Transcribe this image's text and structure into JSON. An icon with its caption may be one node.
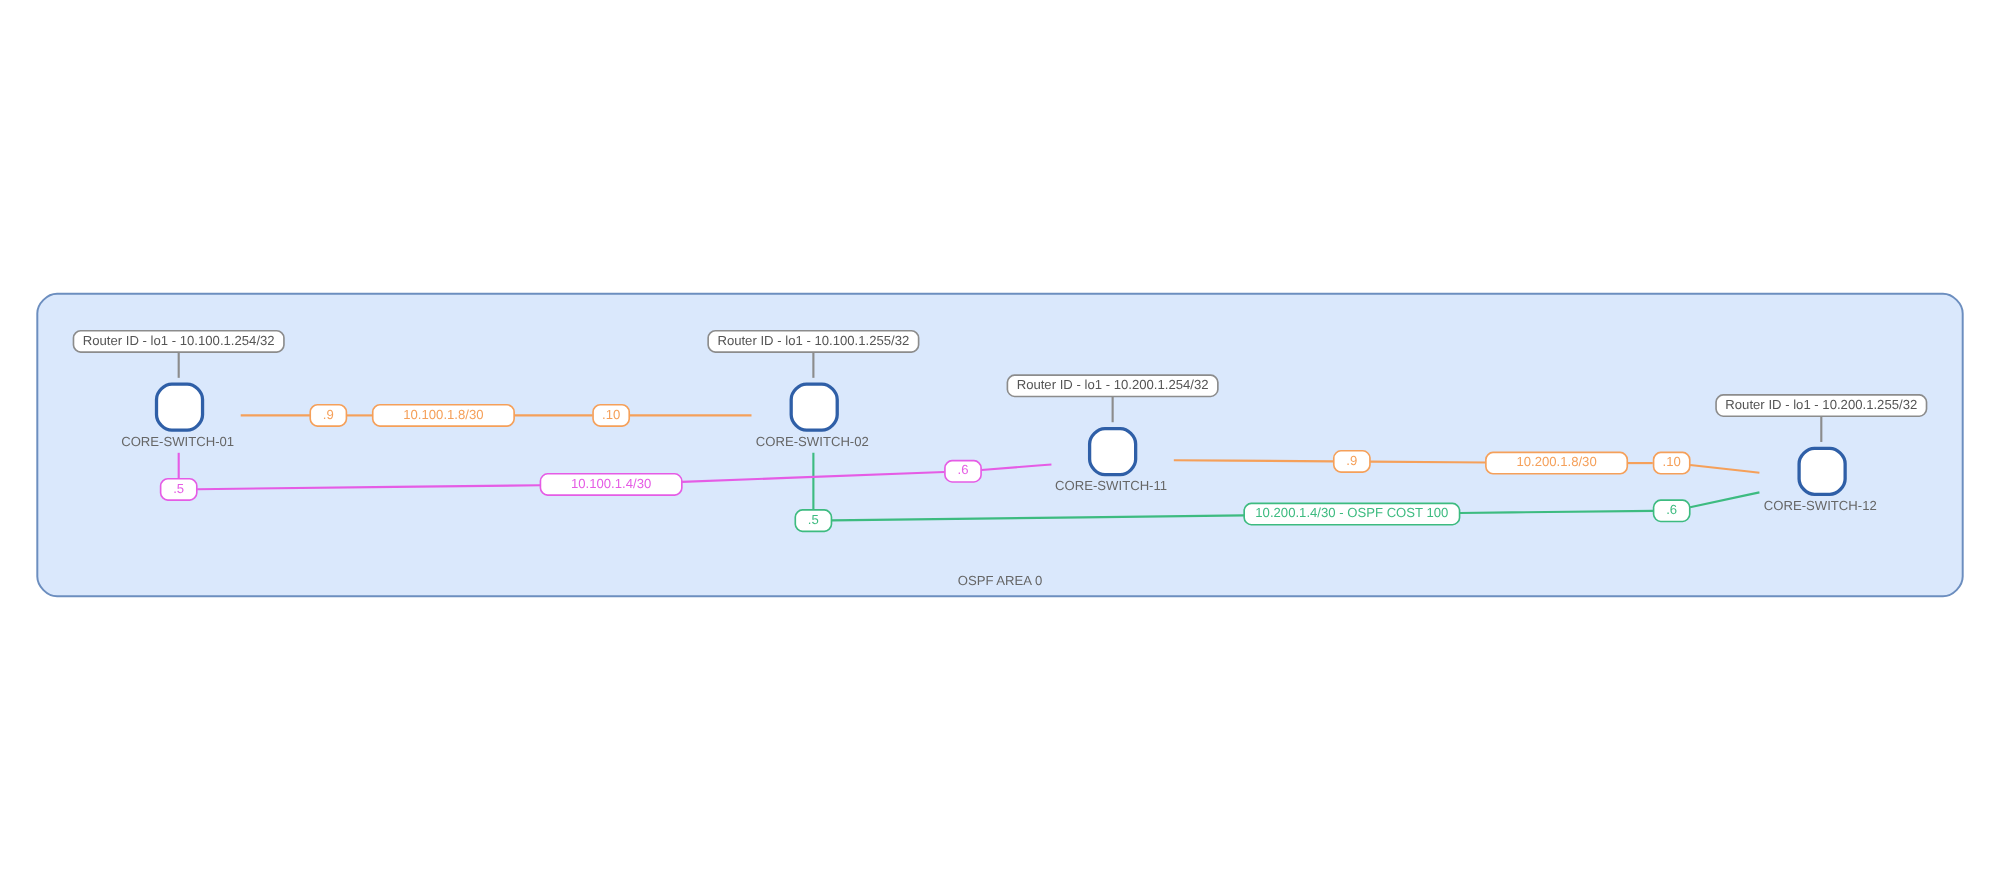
{
  "diagram": {
    "nodes": [
      {
        "text": [
          "OSPF AREA 0"
        ]
      },
      {
        "text": [
          "Router ID - lo1 - 10.100.1.254/32"
        ],
        "in": 0
      },
      {
        "text": [
          "Router ID - lo1 - 10.100.1.255/32"
        ],
        "in": 0
      },
      {
        "text": [
          "Router ID - lo1 - 10.200.1.254/32"
        ],
        "in": 0
      },
      {
        "text": [
          "Router ID - lo1 - 10.200.1.255/32"
        ],
        "in": 0
      },
      {
        "text": [
          "CORE-SWITCH-01"
        ],
        "in": 0
      },
      {
        "text": [
          ".9"
        ],
        "in": 0
      },
      {
        "text": [
          "10.100.1.8/30"
        ],
        "in": 0
      },
      {
        "text": [
          ".10"
        ],
        "in": 0
      },
      {
        "text": [
          "CORE-SWITCH-02"
        ],
        "in": 0
      },
      {
        "text": [
          "CORE-SWITCH-11"
        ],
        "in": 0
      },
      {
        "text": [
          ".9"
        ],
        "in": 0
      },
      {
        "text": [
          "10.200.1.8/30"
        ],
        "in": 0
      },
      {
        "text": [
          ".10"
        ],
        "in": 0
      },
      {
        "text": [
          "CORE-SWITCH-12"
        ],
        "in": 0
      },
      {
        "text": [
          ".5"
        ],
        "in": 0
      },
      {
        "text": [
          ".5"
        ],
        "in": 0
      },
      {
        "text": [
          ".6"
        ],
        "in": 0
      },
      {
        "text": [
          "10.200.1.4/30 - OSPF COST 100"
        ],
        "in": 0
      },
      {
        "text": [
          ".6"
        ],
        "in": 0
      },
      {
        "text": [
          "10.100.1.4/30"
        ],
        "in": 0
      }
    ],
    "edges": [
      {
        "from": 5,
        "to": 1,
        "arrow": "none",
        "color": "#8c8c8c"
      },
      {
        "from": 9,
        "to": 2,
        "arrow": "none",
        "color": "#8c8c8c"
      },
      {
        "from": 10,
        "to": 3,
        "arrow": "none",
        "color": "#8c8c8c"
      },
      {
        "from": 14,
        "to": 4,
        "arrow": "none",
        "color": "#8c8c8c"
      },
      {
        "from": 5,
        "to": 6,
        "arrow": "none"
      },
      {
        "from": 6,
        "to": 7,
        "arrow": "none"
      },
      {
        "from": 7,
        "to": 8,
        "arrow": "none"
      },
      {
        "from": 8,
        "to": 9,
        "arrow": "none"
      },
      {
        "from": 10,
        "to": 11,
        "arrow": "none"
      },
      {
        "from": 11,
        "to": 12,
        "arrow": "none"
      },
      {
        "from": 12,
        "to": 13,
        "arrow": "none"
      },
      {
        "from": 13,
        "to": 14,
        "arrow": "none"
      },
      {
        "from": 15,
        "to": 5,
        "arrow": "none",
        "color": "#e55ce5"
      },
      {
        "from": 15,
        "to": 20,
        "arrow": "none",
        "color": "#e55ce5"
      },
      {
        "from": 20,
        "to": 17,
        "arrow": "none",
        "color": "#e55ce5"
      },
      {
        "from": 17,
        "to": 10,
        "arrow": "none",
        "color": "#e55ce5"
      },
      {
        "from": 16,
        "to": 9,
        "arrow": "none",
        "color": "#3dbb80"
      },
      {
        "from": 16,
        "to": 18,
        "arrow": "none",
        "color": "#3dbb80"
      },
      {
        "from": 18,
        "to": 19,
        "arrow": "none",
        "color": "#3dbb80"
      },
      {
        "from": 19,
        "to": 14,
        "arrow": "none",
        "color": "#3dbb80"
      }
    ]
  }
}
